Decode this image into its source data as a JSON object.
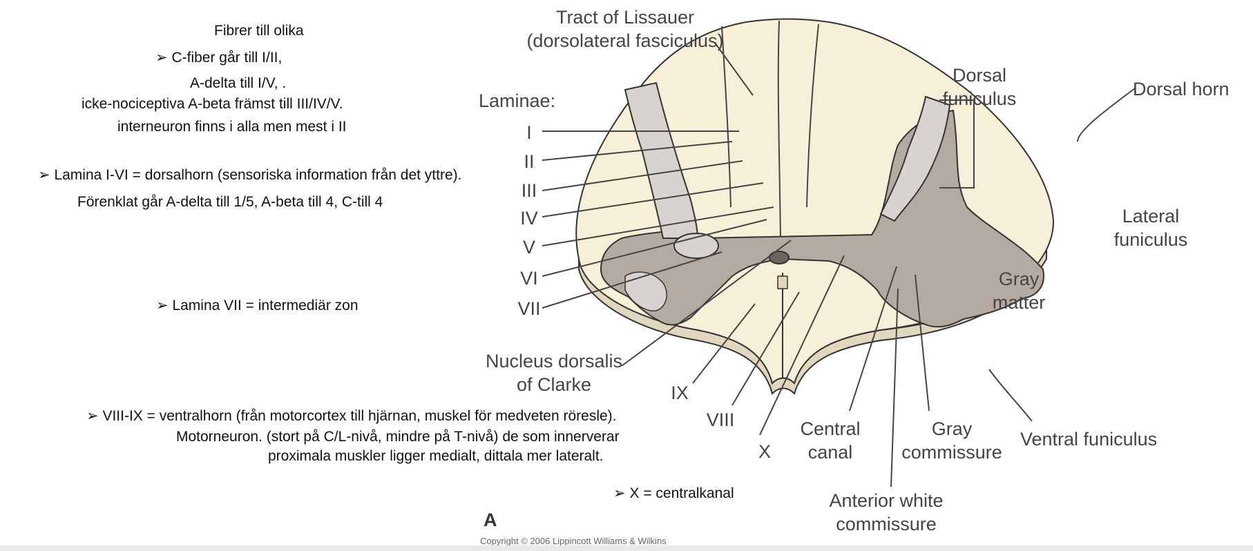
{
  "notes": {
    "fibers_title": "Fibrer till olika",
    "c_fiber": "C-fiber går till I/II,",
    "a_delta": "A-delta till I/V, .",
    "a_beta": "icke-nociceptiva A-beta främst till III/IV/V.",
    "interneuron": "interneuron finns i alla men mest i II",
    "lamina_i_vi": "Lamina I-VI = dorsalhorn (sensoriska information från det yttre).",
    "simplified": "Förenklat går A-delta till 1/5, A-beta till 4, C-till 4",
    "lamina_vii": "Lamina VII = intermediär zon",
    "viii_ix": "VIII-IX = ventralhorn (från motorcortex till hjärnan, muskel för medveten röresle).",
    "motor": "Motorneuron. (stort på C/L-nivå, mindre på T-nivå) de som innerverar",
    "proximal": "proximala muskler ligger medialt, dittala mer lateralt.",
    "x_central": "X = centralkanal",
    "bullet_symbol": "➢"
  },
  "diagram": {
    "tract_lissauer_1": "Tract of Lissauer",
    "tract_lissauer_2": "(dorsolateral fasciculus)",
    "laminae": "Laminae:",
    "roman": [
      "I",
      "II",
      "III",
      "IV",
      "V",
      "VI",
      "VII"
    ],
    "dorsal_funiculus_1": "Dorsal",
    "dorsal_funiculus_2": "funiculus",
    "dorsal_horn": "Dorsal horn",
    "lateral_funiculus_1": "Lateral",
    "lateral_funiculus_2": "funiculus",
    "gray_matter_1": "Gray",
    "gray_matter_2": "matter",
    "nucleus_1": "Nucleus dorsalis",
    "nucleus_2": "of Clarke",
    "ix": "IX",
    "viii": "VIII",
    "x": "X",
    "central_canal_1": "Central",
    "central_canal_2": "canal",
    "gray_commissure_1": "Gray",
    "gray_commissure_2": "commissure",
    "ventral_funiculus": "Ventral funiculus",
    "anterior_white_1": "Anterior white",
    "anterior_white_2": "commissure",
    "panel_letter": "A",
    "copyright": "Copyright © 2006 Lippincott Williams & Wilkins"
  },
  "colors": {
    "white_matter": "#f8efd9",
    "gray_matter": "#b4aaa2",
    "gray_light": "#d9d3cf",
    "edge": "#e2d6bf",
    "outline": "#333333"
  }
}
